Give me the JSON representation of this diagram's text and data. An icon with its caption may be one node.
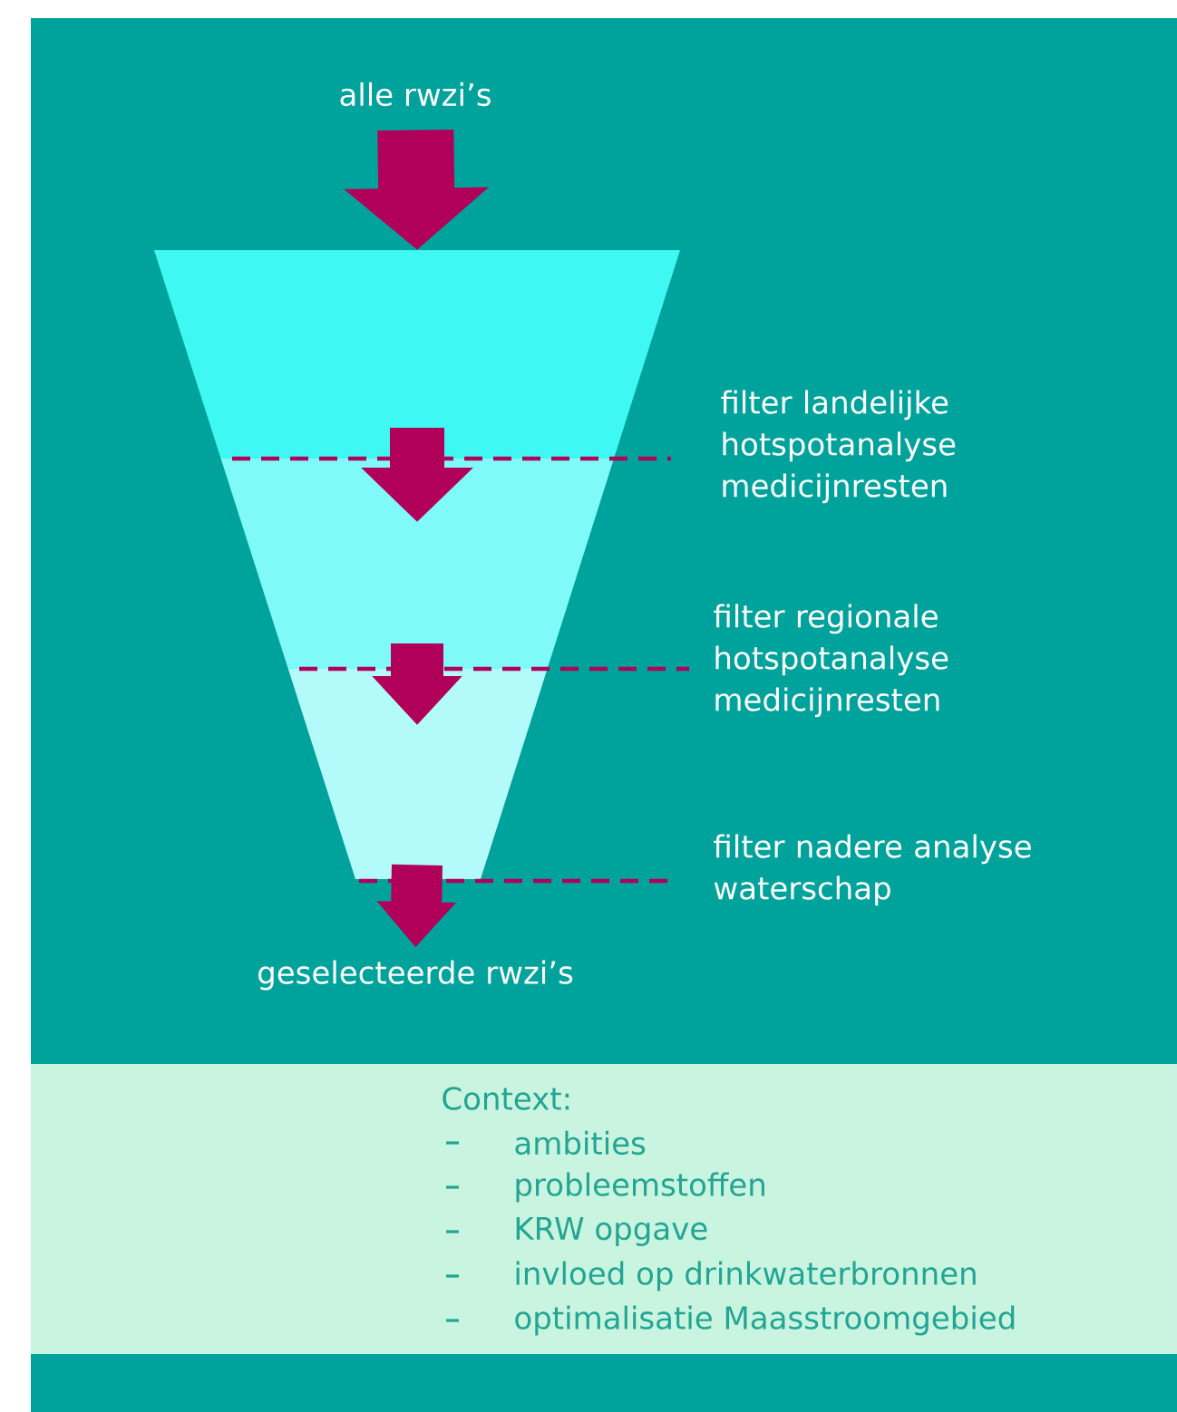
{
  "diagram": {
    "nodes": [
      {
        "text": [
          "alle rwzi’s"
        ]
      },
      {
        "text": [],
        "shape": "funnel"
      },
      {
        "text": [
          "geselecteerde rwzi’s"
        ]
      },
      {
        "text": [
          "Context:",
          "ambities",
          "probleemstoffen",
          "KRW opgave",
          "invloed op drinkwaterbronnen",
          "optimalisatie Maasstroomgebied"
        ]
      }
    ],
    "edges": [
      {
        "from": 0,
        "to": 1,
        "arrow": "to"
      },
      {
        "from": 1,
        "to": 2,
        "arrow": "to"
      }
    ],
    "labels": [
      "filter landelijke hotspotanalyse medicijnresten",
      "filter regionale hotspotanalyse medicijnresten",
      "filter nadere analyse waterschap"
    ]
  }
}
